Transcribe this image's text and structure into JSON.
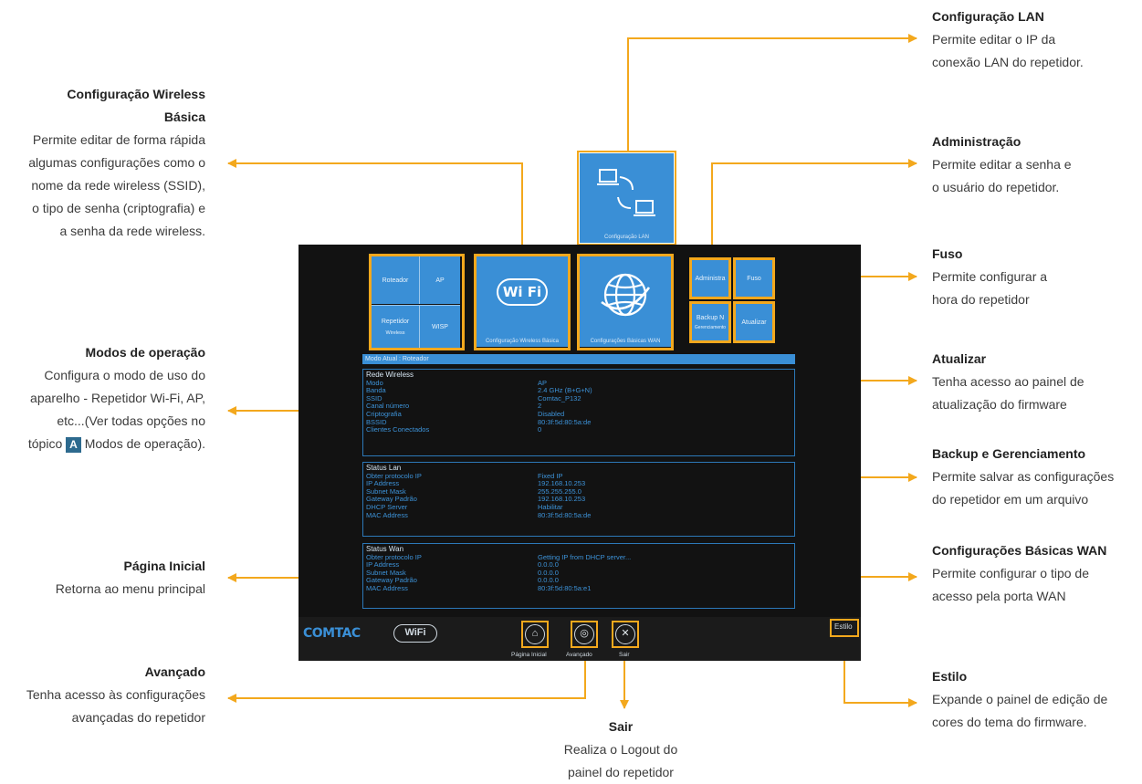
{
  "annotations": {
    "config_lan": {
      "title": "Configuração LAN",
      "lines": [
        "Permite editar o IP da",
        "conexão LAN do repetidor."
      ]
    },
    "config_wireless": {
      "title_lines": [
        "Configuração Wireless",
        "Básica"
      ],
      "lines": [
        "Permite editar de forma rápida",
        "algumas configurações como o",
        "nome da rede wireless (SSID),",
        "o tipo de senha (criptografia) e",
        "a senha da rede wireless."
      ]
    },
    "administracao": {
      "title": "Administração",
      "lines": [
        "Permite editar a senha e",
        "o usuário do repetidor."
      ]
    },
    "fuso": {
      "title": "Fuso",
      "lines": [
        "Permite configurar a",
        "hora do repetidor"
      ]
    },
    "modos": {
      "title": "Modos de operação",
      "lines": [
        "Configura o modo de uso do",
        "aparelho - Repetidor Wi-Fi, AP,",
        "etc...(Ver todas opções no"
      ],
      "last_pre": "tópico",
      "badge": "A",
      "last_post": "Modos de operação)."
    },
    "atualizar": {
      "title": "Atualizar",
      "lines": [
        "Tenha acesso ao painel de",
        "atualização do firmware"
      ]
    },
    "backup": {
      "title": "Backup e Gerenciamento",
      "lines": [
        "Permite salvar as configurações",
        "do repetidor em um arquivo"
      ]
    },
    "pagina_inicial": {
      "title": "Página Inicial",
      "lines": [
        "Retorna ao menu principal"
      ]
    },
    "wan": {
      "title": "Configurações Básicas WAN",
      "lines": [
        "Permite configurar o tipo de",
        "acesso pela porta WAN"
      ]
    },
    "avancado": {
      "title": "Avançado",
      "lines": [
        "Tenha acesso às configurações",
        "avançadas do repetidor"
      ]
    },
    "estilo": {
      "title": "Estilo",
      "lines": [
        "Expande o painel de edição de",
        "cores do tema do firmware."
      ]
    },
    "sair": {
      "title": "Sair",
      "lines": [
        "Realiza o Logout do",
        "painel do repetidor"
      ]
    }
  },
  "panel": {
    "lan_tile_caption": "Configuração LAN",
    "modes": [
      "Roteador",
      "AP",
      "Repetidor",
      "WISP"
    ],
    "modes_sub": "Wireless",
    "wifi_logo": "Wi Fi",
    "wifi_caption": "Configuração Wireless Básica",
    "wan_caption": "Configurações Básicas WAN",
    "admin_tiles": [
      "Administra",
      "Fuso",
      "Backup N",
      "Atualizar"
    ],
    "admin_sub": "Gerenciamento",
    "mode_bar": "Modo Atual :  Roteador",
    "rede_wireless": {
      "title": "Rede Wireless",
      "rows": [
        [
          "Modo",
          "AP"
        ],
        [
          "Banda",
          "2.4 GHz (B+G+N)"
        ],
        [
          "SSID",
          "Comtac_P132"
        ],
        [
          "Canal número",
          "2"
        ],
        [
          "Criptografia",
          "Disabled"
        ],
        [
          "BSSID",
          "80:3f:5d:80:5a:de"
        ],
        [
          "Clientes Conectados",
          "0"
        ]
      ]
    },
    "status_lan": {
      "title": "Status Lan",
      "rows": [
        [
          "Obter protocolo IP",
          "Fixed IP"
        ],
        [
          "IP Address",
          "192.168.10.253"
        ],
        [
          "Subnet Mask",
          "255.255.255.0"
        ],
        [
          "Gateway Padrão",
          "192.168.10.253"
        ],
        [
          "DHCP Server",
          "Habilitar"
        ],
        [
          "MAC Address",
          "80:3f:5d:80:5a:de"
        ]
      ]
    },
    "status_wan": {
      "title": "Status Wan",
      "rows": [
        [
          "Obter protocolo IP",
          "Getting IP from DHCP server..."
        ],
        [
          "IP Address",
          "0.0.0.0"
        ],
        [
          "Subnet Mask",
          "0.0.0.0"
        ],
        [
          "Gateway Padrão",
          "0.0.0.0"
        ],
        [
          "MAC Address",
          "80:3f:5d:80:5a:e1"
        ]
      ]
    },
    "footer": {
      "brand": "COMTAC",
      "wifi": "WiFi",
      "home_label": "Página Inicial",
      "advanced_label": "Avançado",
      "exit_label": "Sair",
      "style_label": "Estilo"
    }
  },
  "colors": {
    "accent": "#f3a81d",
    "tile": "#3a8fd6",
    "panel": "#121212"
  }
}
